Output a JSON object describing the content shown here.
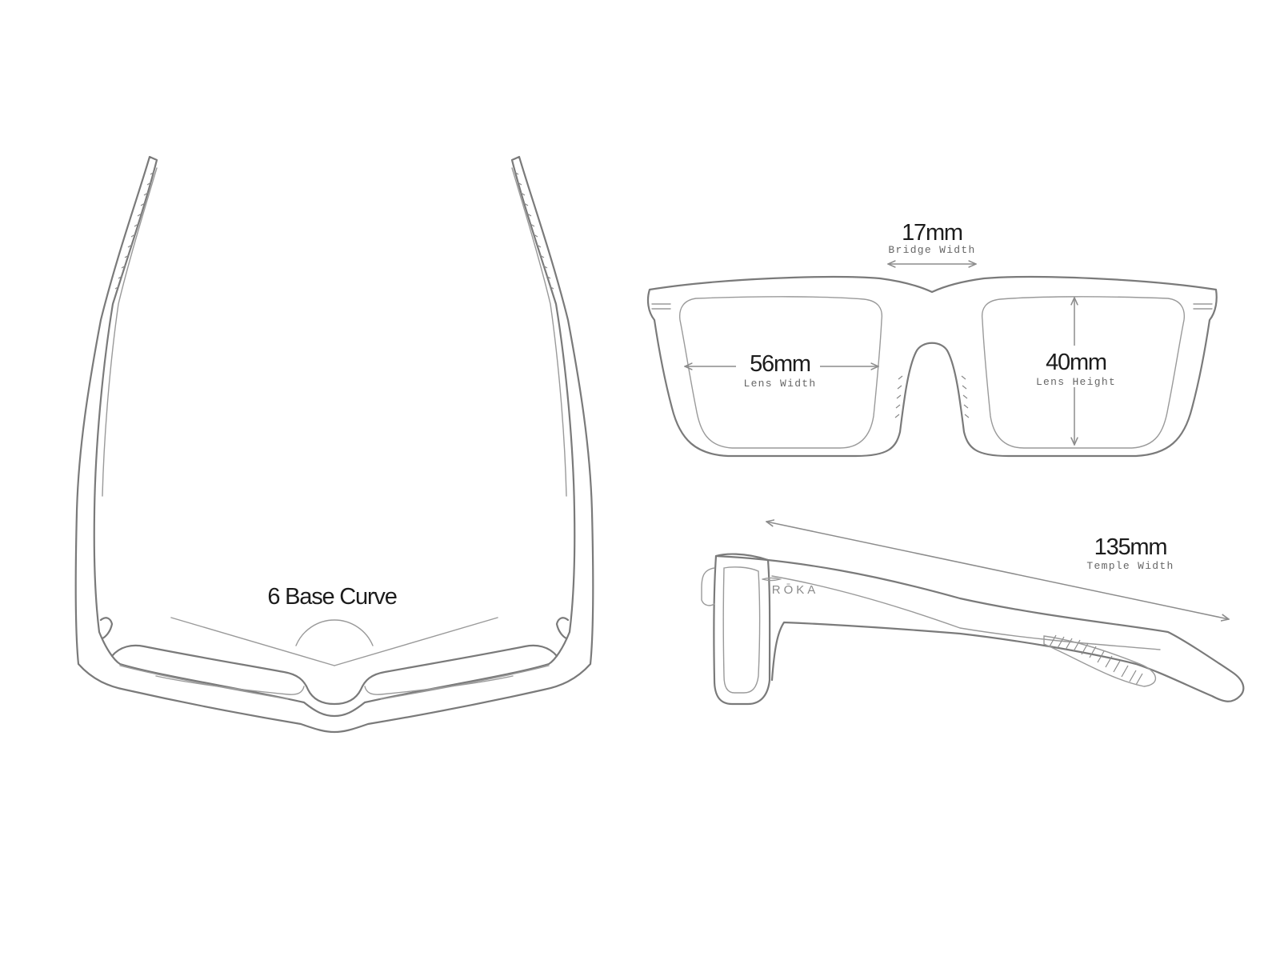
{
  "measurements": {
    "bridge": {
      "value": "17mm",
      "label": "Bridge Width"
    },
    "lens_width": {
      "value": "56mm",
      "label": "Lens Width"
    },
    "lens_height": {
      "value": "40mm",
      "label": "Lens Height"
    },
    "temple": {
      "value": "135mm",
      "label": "Temple Width"
    },
    "base_curve": {
      "label": "6 Base Curve"
    }
  },
  "brand": {
    "logo": "RŌKA"
  },
  "colors": {
    "line": "#7a7a7a",
    "text": "#1c1c1c",
    "label": "#666666"
  }
}
